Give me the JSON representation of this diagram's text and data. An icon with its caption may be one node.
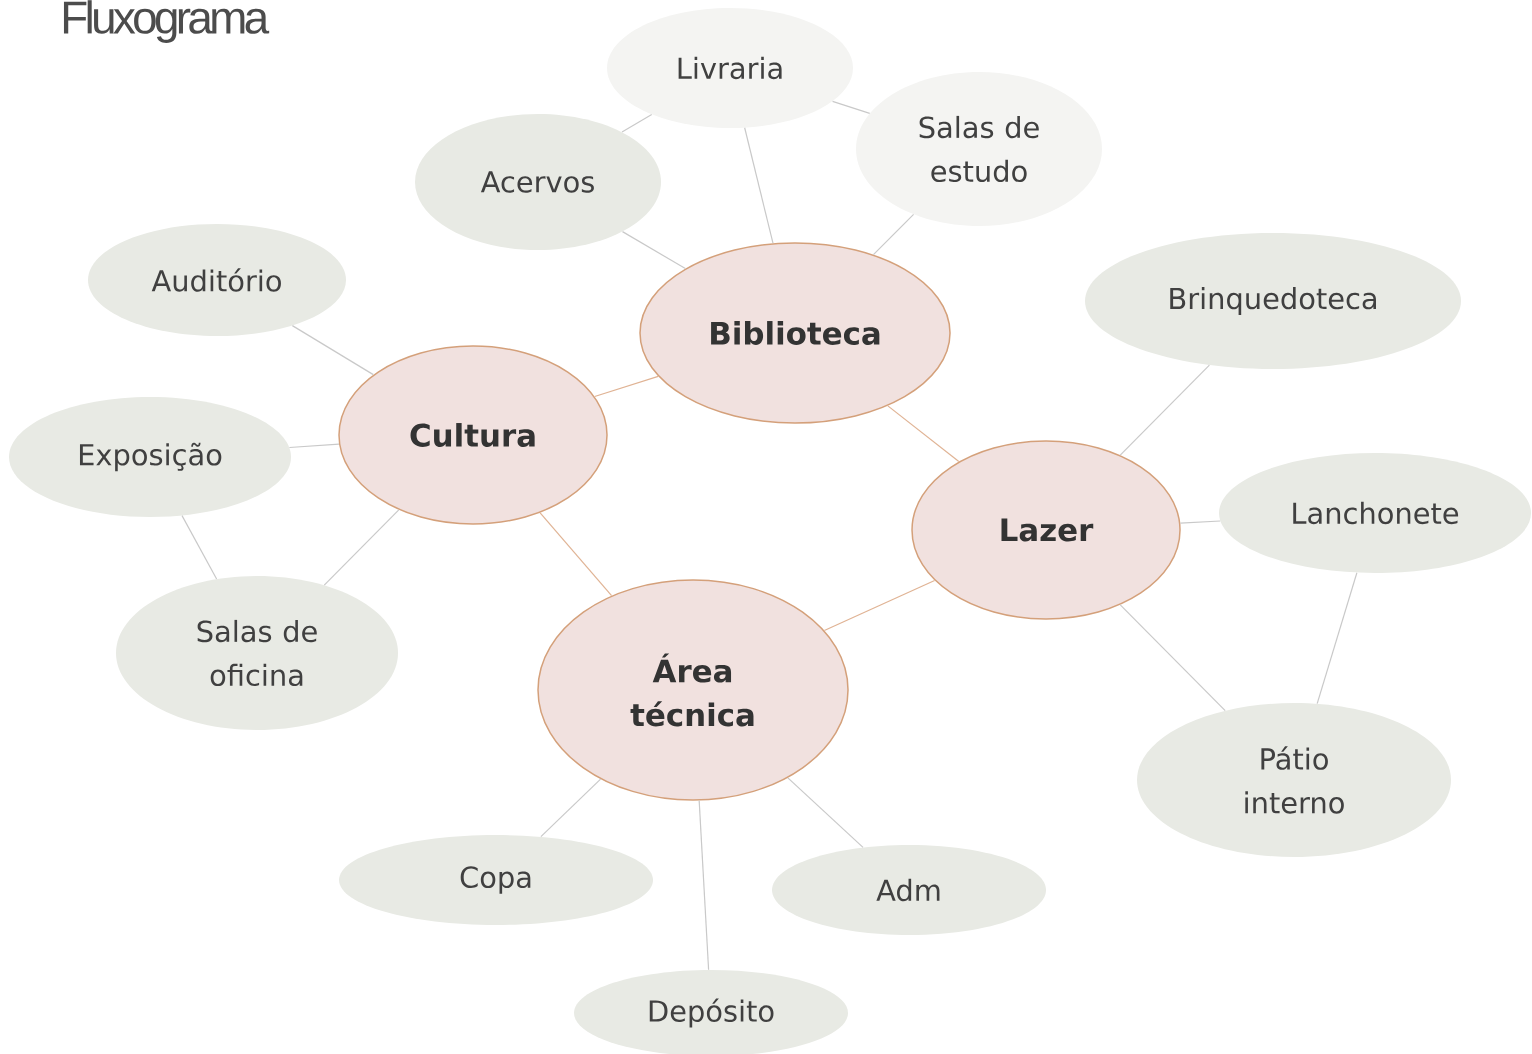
{
  "diagram": {
    "title": "Fluxograma",
    "nodes": [
      {
        "text": [
          "Livraria"
        ]
      },
      {
        "text": [
          "Salas de estudo"
        ]
      },
      {
        "text": [
          "Acervos"
        ]
      },
      {
        "text": [
          "Biblioteca"
        ]
      },
      {
        "text": [
          "Auditório"
        ]
      },
      {
        "text": [
          "Brinquedoteca"
        ]
      },
      {
        "text": [
          "Exposição"
        ]
      },
      {
        "text": [
          "Cultura"
        ]
      },
      {
        "text": [
          "Lazer"
        ]
      },
      {
        "text": [
          "Lanchonete"
        ]
      },
      {
        "text": [
          "Salas de oficina"
        ]
      },
      {
        "text": [
          "Área técnica"
        ]
      },
      {
        "text": [
          "Pátio interno"
        ]
      },
      {
        "text": [
          "Copa"
        ]
      },
      {
        "text": [
          "Adm"
        ]
      },
      {
        "text": [
          "Depósito"
        ]
      }
    ],
    "edges": [
      {
        "from": 0,
        "to": 3,
        "arrow": "none"
      },
      {
        "from": 0,
        "to": 2,
        "arrow": "none"
      },
      {
        "from": 0,
        "to": 1,
        "arrow": "none"
      },
      {
        "from": 2,
        "to": 3,
        "arrow": "none"
      },
      {
        "from": 1,
        "to": 3,
        "arrow": "none"
      },
      {
        "from": 3,
        "to": 7,
        "arrow": "none",
        "color": "#e0b394"
      },
      {
        "from": 3,
        "to": 8,
        "arrow": "none",
        "color": "#e0b394"
      },
      {
        "from": 5,
        "to": 8,
        "arrow": "none"
      },
      {
        "from": 8,
        "to": 9,
        "arrow": "none"
      },
      {
        "from": 8,
        "to": 12,
        "arrow": "none"
      },
      {
        "from": 9,
        "to": 12,
        "arrow": "none"
      },
      {
        "from": 8,
        "to": 11,
        "arrow": "none",
        "color": "#e0b394"
      },
      {
        "from": 7,
        "to": 11,
        "arrow": "none",
        "color": "#e0b394"
      },
      {
        "from": 4,
        "to": 7,
        "arrow": "none"
      },
      {
        "from": 6,
        "to": 7,
        "arrow": "none"
      },
      {
        "from": 10,
        "to": 7,
        "arrow": "none"
      },
      {
        "from": 6,
        "to": 10,
        "arrow": "none"
      },
      {
        "from": 11,
        "to": 13,
        "arrow": "none"
      },
      {
        "from": 11,
        "to": 14,
        "arrow": "none"
      },
      {
        "from": 11,
        "to": 15,
        "arrow": "none"
      }
    ]
  }
}
